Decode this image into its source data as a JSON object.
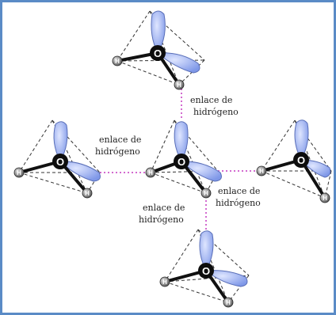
{
  "atoms": {
    "oxygen": "O",
    "hydrogen": "H"
  },
  "labels": {
    "top": [
      "enlace de",
      "hidrógeno"
    ],
    "left": [
      "enlace de",
      "hidrógeno"
    ],
    "right": [
      "enlace de",
      "hidrógeno"
    ],
    "bottom": [
      "enlace de",
      "hidrógeno"
    ]
  },
  "colors": {
    "border": "#5a8bc6",
    "lobe": "#7f98e8",
    "hbond": "#d36ad0",
    "tetra": "#333333",
    "oxygen": "#0d0d0d",
    "hydrogen": "#777777"
  }
}
